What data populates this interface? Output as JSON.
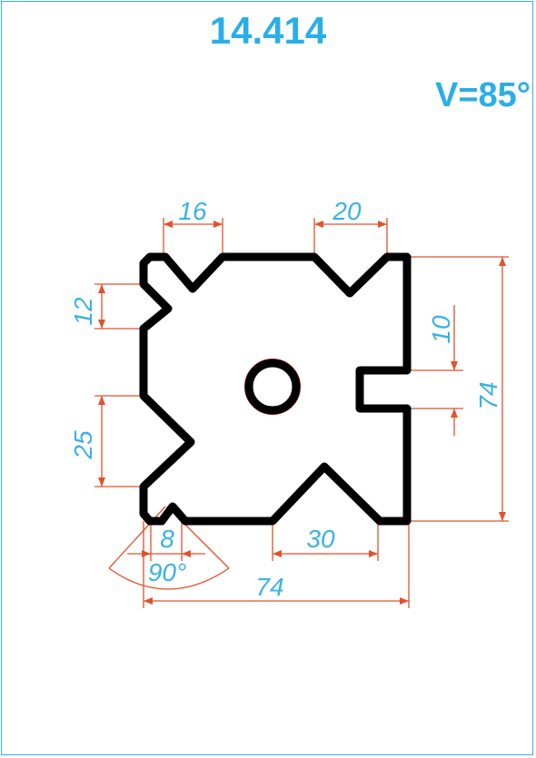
{
  "drawing": {
    "code": "14.414",
    "angle_label": "V=85°"
  },
  "dimensions": {
    "top_left_groove_width": "16",
    "top_right_groove_width": "20",
    "left_upper_groove_height": "12",
    "left_lower_groove_height": "25",
    "right_slot_height": "10",
    "overall_height": "74",
    "bottom_left_groove_width": "8",
    "bottom_groove_width": "30",
    "overall_width": "74",
    "bottom_angle": "90°"
  },
  "colors": {
    "accent": "#2aaee8",
    "dimension_line": "#e2522a",
    "profile": "#000000"
  }
}
